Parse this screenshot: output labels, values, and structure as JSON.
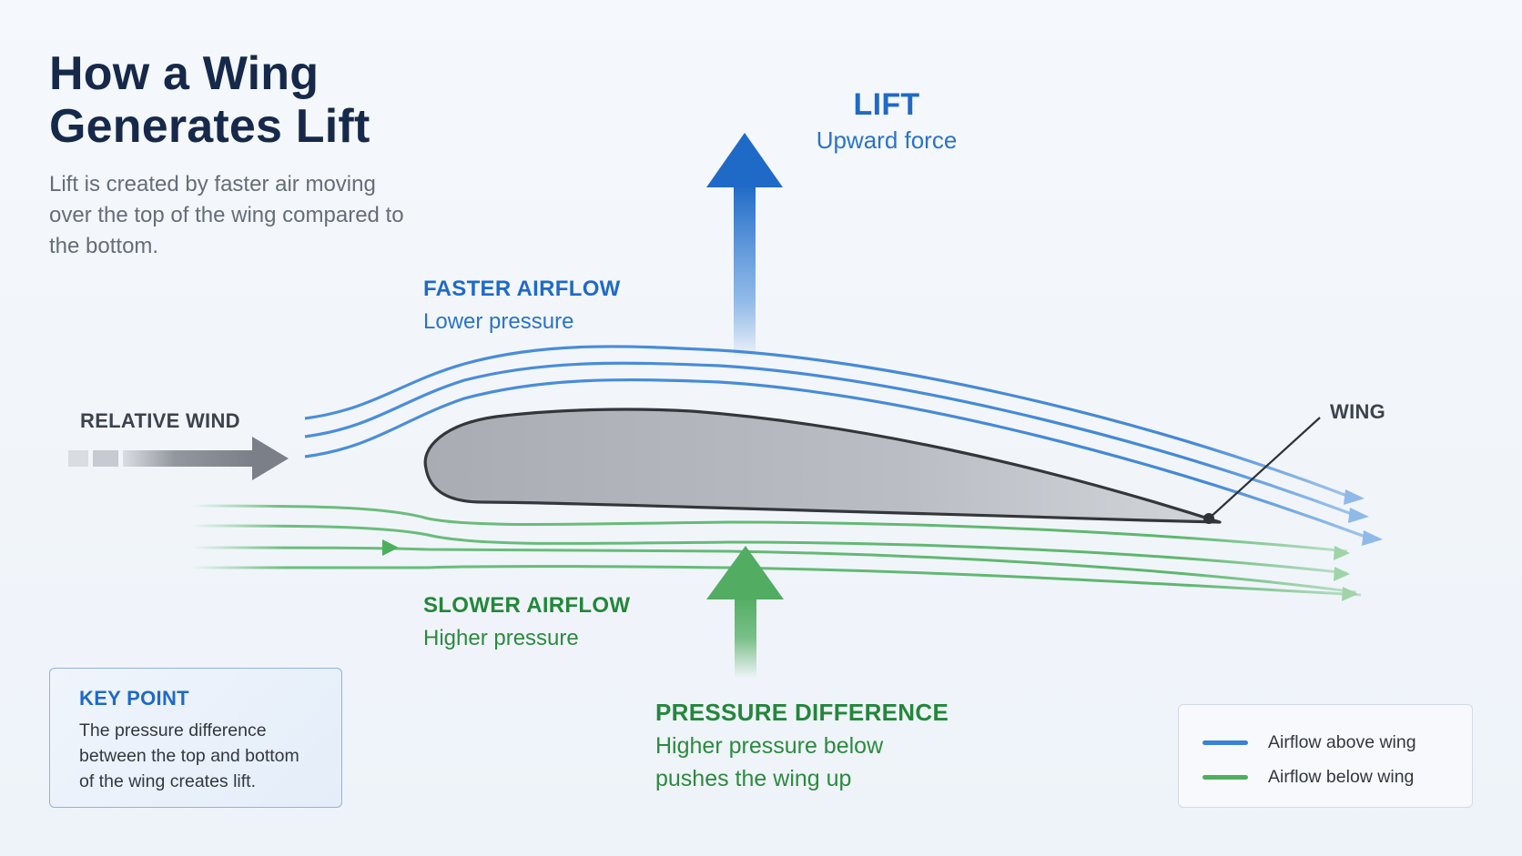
{
  "title": {
    "line1": "How a Wing",
    "line2": "Generates Lift"
  },
  "subtitle": "Lift is created by faster air moving over the top of the wing compared to the bottom.",
  "labels": {
    "lift": "LIFT",
    "lift_sub": "Upward force",
    "faster": "FASTER AIRFLOW",
    "faster_sub": "Lower pressure",
    "slower": "SLOWER AIRFLOW",
    "slower_sub": "Higher pressure",
    "pressure": "PRESSURE DIFFERENCE",
    "pressure_sub_1": "Higher pressure below",
    "pressure_sub_2": "pushes the wing up",
    "relative_wind": "RELATIVE WIND",
    "wing": "WING"
  },
  "key_point": {
    "title": "KEY POINT",
    "body": "The pressure difference between the top and bottom of the wing creates lift."
  },
  "legend": {
    "items": [
      {
        "label": "Airflow above wing",
        "color": "#3a82d6"
      },
      {
        "label": "Airflow below wing",
        "color": "#4caf5e"
      }
    ]
  },
  "colors": {
    "lift_arrow": "#1f6ac6",
    "pressure_arrow": "#52ad63",
    "wing_fill": "#b4b8be",
    "wing_stroke": "#33363b",
    "wind_arrow": "#7b8088"
  }
}
